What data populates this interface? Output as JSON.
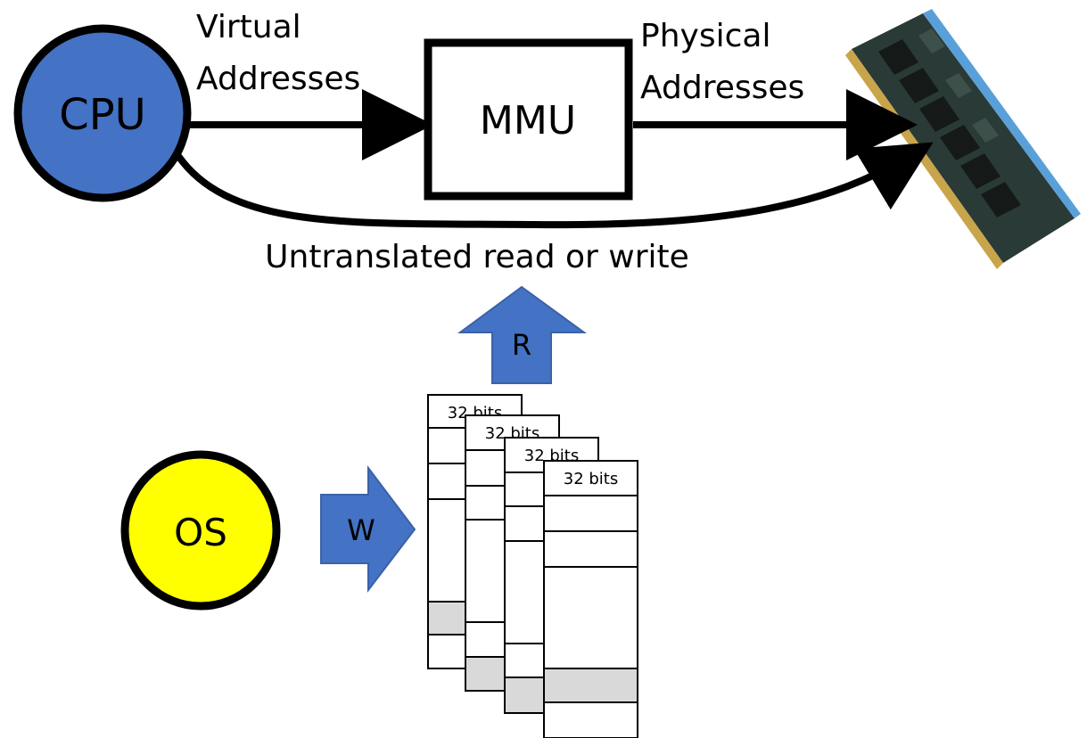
{
  "labels": {
    "cpu": "CPU",
    "mmu": "MMU",
    "os": "OS",
    "virtual_line1": "Virtual",
    "virtual_line2": "Addresses",
    "physical_line1": "Physical",
    "physical_line2": "Addresses",
    "untranslated": "Untranslated read or write",
    "read_arrow": "R",
    "write_arrow": "W"
  },
  "page_tables": [
    {
      "header": "32 bits",
      "highlighted_row": 4
    },
    {
      "header": "32 bits",
      "highlighted_row": 5
    },
    {
      "header": "32 bits",
      "highlighted_row": 5
    },
    {
      "header": "32 bits",
      "highlighted_row": 4
    }
  ],
  "colors": {
    "cpu_fill": "#4472C4",
    "os_fill": "#FFFF00",
    "arrow_block_fill": "#4472C4",
    "highlight_row": "#D9D9D9",
    "stroke": "#000000"
  },
  "icons": {
    "memory": "ram-module-image"
  }
}
